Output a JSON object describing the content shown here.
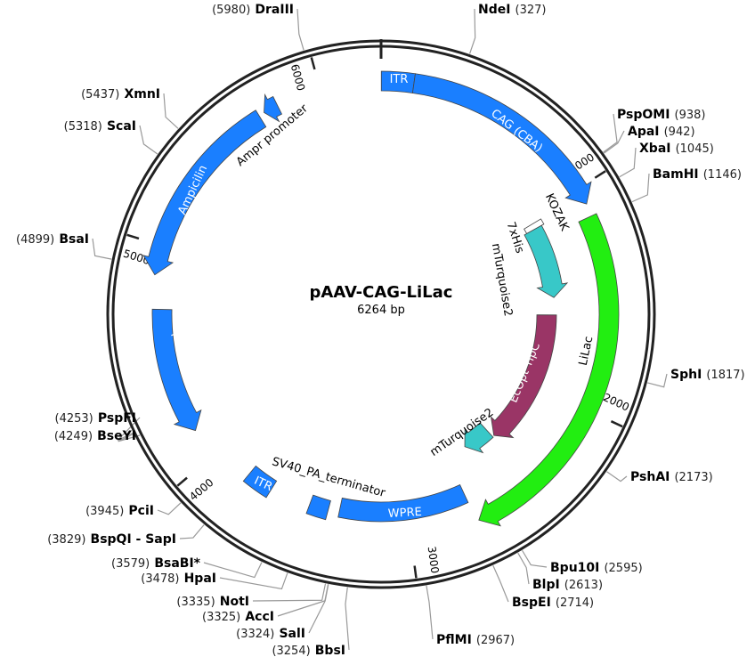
{
  "plasmid": {
    "name": "pAAV-CAG-LiLac",
    "length_label": "6264 bp",
    "length": 6264
  },
  "colors": {
    "blue": "#1a7fff",
    "green": "#22ee11",
    "cyan": "#38c8c8",
    "maroon": "#9a3566",
    "grey_label": "#888888"
  },
  "ticks": [
    1000,
    2000,
    3000,
    4000,
    5000,
    6000
  ],
  "features": [
    {
      "label": "ITR",
      "start": 1,
      "end": 141,
      "dir": 0,
      "color": "#1a7fff",
      "r": 262
    },
    {
      "label": "CAG (CBA)",
      "start": 141,
      "end": 1075,
      "dir": 1,
      "color": "#1a7fff",
      "r": 262
    },
    {
      "label": "LiLac",
      "start": 1130,
      "end": 2690,
      "dir": 1,
      "color": "#22ee11",
      "r": 256
    },
    {
      "label": "WPRE",
      "start": 2700,
      "end": 3340,
      "dir": 0,
      "color": "#1a7fff",
      "r": 222
    },
    {
      "label": "",
      "start": 3395,
      "end": 3490,
      "dir": 0,
      "color": "#1a7fff",
      "r": 228
    },
    {
      "label": "ITR",
      "start": 3690,
      "end": 3820,
      "dir": 0,
      "color": "#1a7fff",
      "r": 232
    },
    {
      "label": "pBR322_origin",
      "start": 4140,
      "end": 4720,
      "dir": -1,
      "color": "#1a7fff",
      "r": 246
    },
    {
      "label": "Ampicilin",
      "start": 4870,
      "end": 5715,
      "dir": -1,
      "color": "#1a7fff",
      "r": 258
    },
    {
      "label": "Ampr promoter",
      "start": 5740,
      "end": 5805,
      "dir": -1,
      "color": "#1a7fff",
      "r": 262
    },
    {
      "label": "7xHis",
      "start": 1030,
      "end": 1062,
      "dir": 0,
      "color": "#ffffff",
      "r": 198
    },
    {
      "label": "mTurquoise2",
      "start": 1062,
      "end": 1470,
      "dir": 1,
      "color": "#38c8c8",
      "r": 195
    },
    {
      "label": "EcOpt TipC",
      "start": 1570,
      "end": 2385,
      "dir": 1,
      "color": "#9a3566",
      "r": 186
    },
    {
      "label": "mTurquoise2",
      "start": 2395,
      "end": 2570,
      "dir": 1,
      "color": "#38c8c8",
      "r": 176
    }
  ],
  "feature_text": {
    "itr1": "ITR",
    "cag": "CAG (CBA)",
    "kozak": "KOZAK",
    "lilac": "LiLac",
    "his": "7xHis",
    "mturq1": "mTurquoise2",
    "tipc": "EcOpt TipC",
    "mturq2": "mTurquoise2",
    "wpre": "WPRE",
    "sv40": "SV40_PA_terminator",
    "itr2": "ITR",
    "pbr": "pBR322_origin",
    "amp": "Ampicilin",
    "ampr": "Ampr promoter"
  },
  "sites": [
    {
      "name": "DraIII",
      "pos": 5980
    },
    {
      "name": "NdeI",
      "pos": 327
    },
    {
      "name": "PspOMI",
      "pos": 938
    },
    {
      "name": "ApaI",
      "pos": 942
    },
    {
      "name": "XbaI",
      "pos": 1045
    },
    {
      "name": "BamHI",
      "pos": 1146
    },
    {
      "name": "SphI",
      "pos": 1817
    },
    {
      "name": "PshAI",
      "pos": 2173
    },
    {
      "name": "Bpu10I",
      "pos": 2595
    },
    {
      "name": "BlpI",
      "pos": 2613
    },
    {
      "name": "BspEI",
      "pos": 2714
    },
    {
      "name": "PflMI",
      "pos": 2967
    },
    {
      "name": "BbsI",
      "pos": 3254
    },
    {
      "name": "SalI",
      "pos": 3324
    },
    {
      "name": "AccI",
      "pos": 3325
    },
    {
      "name": "NotI",
      "pos": 3335
    },
    {
      "name": "HpaI",
      "pos": 3478
    },
    {
      "name": "BsaBI*",
      "pos": 3579,
      "grey": true
    },
    {
      "name": "BspQI - SapI",
      "pos": 3829
    },
    {
      "name": "PciI",
      "pos": 3945
    },
    {
      "name": "BseYI",
      "pos": 4249
    },
    {
      "name": "PspFI",
      "pos": 4253
    },
    {
      "name": "BsaI",
      "pos": 4899
    },
    {
      "name": "ScaI",
      "pos": 5318
    },
    {
      "name": "XmnI",
      "pos": 5437
    }
  ]
}
